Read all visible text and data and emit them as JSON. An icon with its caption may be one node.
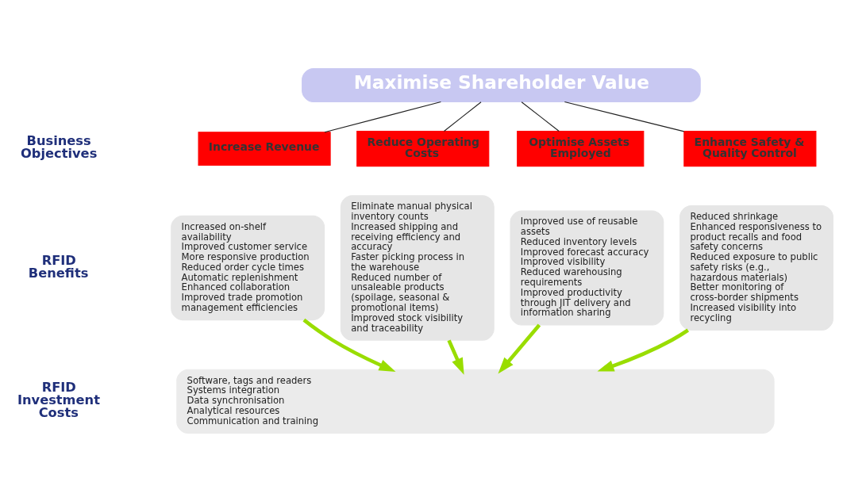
{
  "diagram": {
    "nodes": [
      {
        "text": [
          "Maximise Shareholder Value"
        ]
      },
      {
        "text": [
          "Increase Revenue"
        ]
      },
      {
        "text": [
          "Reduce Operating Costs"
        ]
      },
      {
        "text": [
          "Optimise Assets Employed"
        ]
      },
      {
        "text": [
          "Enhance Safety & Quality Control"
        ]
      },
      {
        "text": [
          "Increased on-shelf availability",
          "Improved customer service",
          "More responsive production",
          "Reduced order cycle times",
          "Automatic replenishment",
          "Enhanced collaboration",
          "Improved trade promotion management efficiencies"
        ]
      },
      {
        "text": [
          "Eliminate manual physical inventory counts",
          "Increased shipping and receiving efficiency and accuracy",
          "Faster picking process in the warehouse",
          "Reduced number of unsaleable products (spoilage, seasonal & promotional items)",
          "Improved stock visibility and traceability"
        ]
      },
      {
        "text": [
          "Improved use of reusable assets",
          "Reduced inventory levels",
          "Improved forecast accuracy",
          "Improved visibility",
          "Reduced warehousing requirements",
          "Improved productivity through JIT delivery and information sharing"
        ]
      },
      {
        "text": [
          "Reduced shrinkage",
          "Enhanced responsiveness to product recalls and food safety concerns",
          "Reduced exposure to public safety risks (e.g., hazardous materials)",
          "Better monitoring of cross-border shipments",
          "Increased visibility into recycling"
        ]
      },
      {
        "text": [
          "Software, tags and readers",
          "Systems integration",
          "Data synchronisation",
          "Analytical resources",
          "Communication and training"
        ]
      }
    ],
    "edges": [
      {
        "from": 0,
        "to": 1,
        "arrow": "none"
      },
      {
        "from": 0,
        "to": 2,
        "arrow": "none"
      },
      {
        "from": 0,
        "to": 3,
        "arrow": "none"
      },
      {
        "from": 0,
        "to": 4,
        "arrow": "none"
      },
      {
        "from": 5,
        "to": 9,
        "arrow": "to",
        "style": "thick",
        "color": "#99dd00"
      },
      {
        "from": 6,
        "to": 9,
        "arrow": "to",
        "style": "thick",
        "color": "#99dd00"
      },
      {
        "from": 7,
        "to": 9,
        "arrow": "to",
        "style": "thick",
        "color": "#99dd00"
      },
      {
        "from": 8,
        "to": 9,
        "arrow": "to",
        "style": "thick",
        "color": "#99dd00"
      }
    ],
    "labels": [
      "Business Objectives",
      "RFID Benefits",
      "RFID Investment Costs"
    ]
  }
}
